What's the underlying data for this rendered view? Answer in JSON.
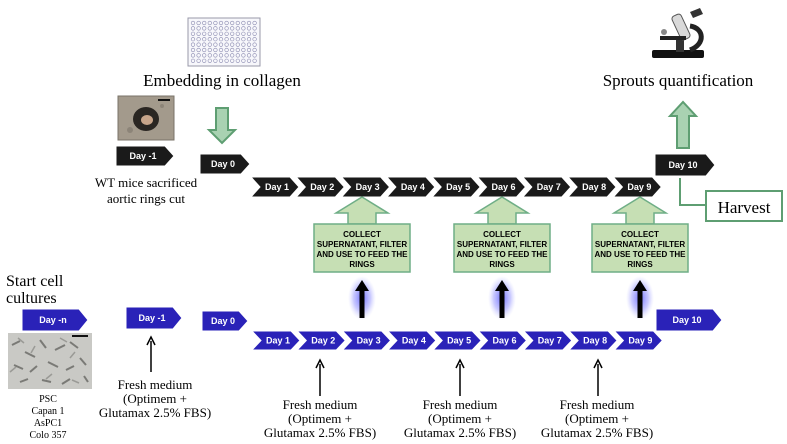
{
  "titles": {
    "embedding": "Embedding in collagen",
    "sprouts": "Sprouts quantification",
    "harvest": "Harvest",
    "start": [
      "Start cell",
      "cultures"
    ]
  },
  "wt_note": [
    "WT mice sacrificed",
    "aortic rings cut"
  ],
  "cell_lines": [
    "PSC",
    "Capan 1",
    "AsPC1",
    "Colo 357"
  ],
  "top_timeline": {
    "pre_day": "Day -1",
    "day0": "Day 0",
    "days": [
      "Day 1",
      "Day 2",
      "Day 3",
      "Day 4",
      "Day 5",
      "Day 6",
      "Day 7",
      "Day 8",
      "Day 9"
    ],
    "day10": "Day 10"
  },
  "bottom_timeline": {
    "day_n": "Day -n",
    "pre_day": "Day -1",
    "day0": "Day 0",
    "days": [
      "Day 1",
      "Day 2",
      "Day 3",
      "Day 4",
      "Day 5",
      "Day 6",
      "Day 7",
      "Day 8",
      "Day 9"
    ],
    "day10": "Day 10"
  },
  "collect_box": [
    "COLLECT",
    "SUPERNATANT, FILTER",
    "AND USE TO FEED THE",
    "RINGS"
  ],
  "fresh_medium": [
    "Fresh medium",
    "(Optimem +",
    "Glutamax 2.5% FBS)"
  ],
  "colors": {
    "black_chevron": "#1a1a1a",
    "blue_chevron": "#2a22b8",
    "green_arrow": "#6fae86",
    "green_fill": "#c6dfb4",
    "glow": "#8080ff"
  }
}
